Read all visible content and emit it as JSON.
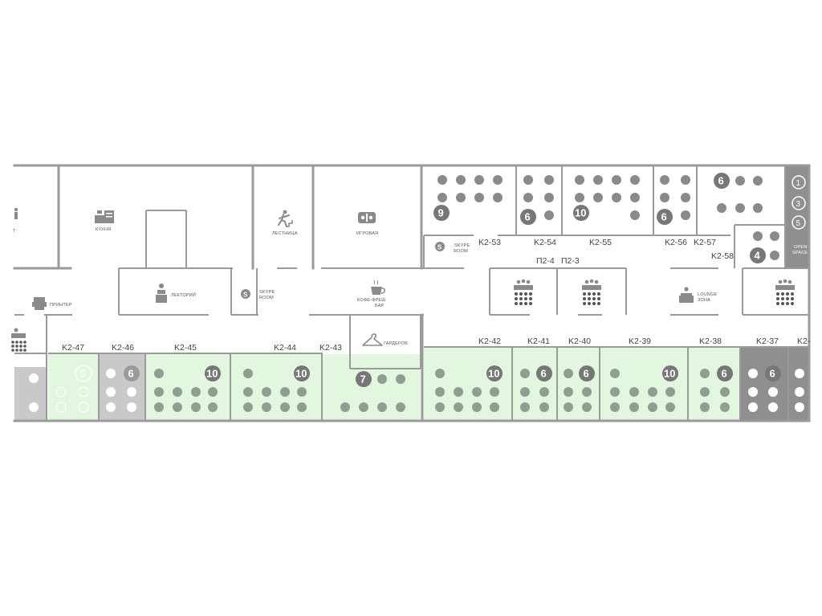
{
  "colors": {
    "wall": "#9a9a9a",
    "seat_occupied": "#8f9a91",
    "free_room": "#e3f6df",
    "free_room_seat": "#8e9e90",
    "busy_room": "#c9c9c9",
    "dark_room": "#8f8f8f",
    "free_outline_seat": "#ffffff"
  },
  "rooms": {
    "k2_53": "K2-53",
    "k2_54": "K2-54",
    "k2_55": "K2-55",
    "k2_56": "K2-56",
    "k2_57": "K2-57",
    "k2_58": "K2-58",
    "p2_4": "П2-4",
    "p2_3": "П2-3",
    "k2_47": "K2-47",
    "k2_46": "K2-46",
    "k2_45": "K2-45",
    "k2_44": "K2-44",
    "k2_43": "K2-43",
    "k2_42": "K2-42",
    "k2_41": "K2-41",
    "k2_40": "K2-40",
    "k2_39": "K2-39",
    "k2_38": "K2-38",
    "k2_37": "K2-37",
    "k2_36_partial": "K2-"
  },
  "facilities": {
    "kitchen": "КУХНЯ",
    "stairs": "ЛЕСТНИЦА",
    "game_room": "ИГРОВАЯ",
    "lecture": "ЛЕКТОРИЙ",
    "skype_room_1": "SKYPE",
    "skype_room_1b": "ROOM",
    "skype_room_2": "SKYPE",
    "skype_room_2b": "ROOM",
    "coffee_1": "КОФЕ-ФРЕШ",
    "coffee_2": "БАР",
    "wardrobe": "ГАРДЕРОБ",
    "printer": "ПРИНТЕР",
    "lounge_1": "LOUNGE",
    "lounge_2": "ЗОНА",
    "open_space_1": "OPEN",
    "open_space_2": "SPACE",
    "wc_partial": "Т"
  },
  "capacities": {
    "k2_53": "9",
    "k2_54": "6",
    "k2_55": "10",
    "k2_56": "6",
    "k2_57": "6",
    "k2_58": "4",
    "k2_47": "5",
    "k2_46": "6",
    "k2_45": "10",
    "k2_44": "10",
    "k2_43": "7",
    "k2_42": "10",
    "k2_41": "6",
    "k2_40": "6",
    "k2_39": "10",
    "k2_38": "6",
    "k2_37": "6",
    "open_1": "1",
    "open_3": "3",
    "open_5": "5"
  },
  "icons": [
    "wc-icon",
    "kitchen-icon",
    "stairs-icon",
    "game-icon",
    "lecture-icon",
    "skype-icon",
    "coffee-icon",
    "wardrobe-icon",
    "printer-icon",
    "meeting-icon",
    "lounge-icon"
  ]
}
